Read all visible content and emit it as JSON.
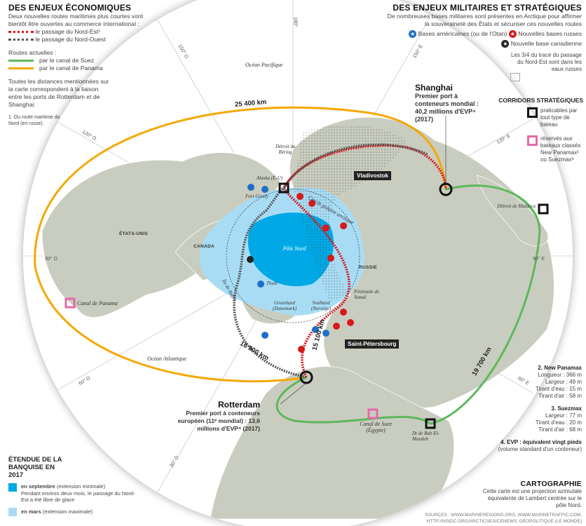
{
  "econ": {
    "title": "DES ENJEUX ÉCONOMIQUES",
    "intro": "Deux nouvelles routes maritimes plus courtes vont bientôt être ouvertes au commerce international :",
    "ne": "le passage du Nord-Est¹",
    "nw": "le passage du Nord-Ouest",
    "current": "Routes actuelles :",
    "suez": "par le canal de Suez",
    "panama": "par le canal de Panama",
    "distances": "Toutes les distances mentionnées sur la carte correspondent à la liaison entre les ports de Rotterdam et de Shanghai.",
    "note1": "1. Ou route maritime du Nord (en russe)."
  },
  "mil": {
    "title": "DES ENJEUX MILITAIRES ET STRATÉGIQUES",
    "intro": "De nombreuses bases militaires sont présentes en Arctique pour affirmer la souveraineté des États et sécuriser ces nouvelles routes",
    "us": "Bases américaines (ou de l'Otan)",
    "ru": "Nouvelles bases russes",
    "ca": "Nouvelle base canadienne",
    "waters": "Les 3/4 du tracé du passage du Nord-Est sont dans les eaux russes"
  },
  "corr": {
    "title": "CORRIDORS STRATÉGIQUES",
    "all": "praticables par tout type de bateau",
    "reserved": "réservés aux bateaux classés New Panamax² ou Suezmax³"
  },
  "notes": {
    "np_title": "2. New Panamax",
    "np": [
      "Longueur : 366 m",
      "Largeur : 49 m",
      "Tirant d'eau : 15 m",
      "Tirant d'air : 58 m"
    ],
    "sm_title": "3. Suezmax",
    "sm": [
      "Largeur : 77 m",
      "Tirant d'eau : 20 m",
      "Tirant d'air : 68 m"
    ],
    "evp_title": "4. EVP : équivalent vingt pieds",
    "evp": "(volume standard d'un conteneur)"
  },
  "carto": {
    "title": "CARTOGRAPHIE",
    "text": "Cette carte est une projection azimutale équivalente de Lambert centrée sur le pôle Nord.",
    "sources": "SOURCES : WWW.MARINEREGIONS.ORG, WWW.MARINETRAFFIC.COM, HTTP://NSIDC.ORG/ARCTICSEAICENEWS, GÉOPOLITIQUE (LE MONDE)"
  },
  "ice": {
    "title": "ÉTENDUE DE LA BANQUISE EN 2017",
    "sept": "en septembre",
    "sept_note": "(extension minimale)",
    "sept_text": "Pendant environ deux mois, le passage du Nord-Est a été libre de glace",
    "mars": "en mars",
    "mars_note": "(extension maximale)"
  },
  "ports": {
    "shanghai": "Shanghai",
    "shanghai_text": "Premier port à conteneurs mondial : 40,2 millions d'EVP⁴ (2017)",
    "rotterdam": "Rotterdam",
    "rotterdam_text": "Premier port à conteneurs européen (11ᵉ mondial) : 13,6 millions d'EVP⁴ (2017)"
  },
  "map": {
    "pacific": "Océan Pacifique",
    "atlantic": "Océan Atlantique",
    "usa": "ÉTATS-UNIS",
    "canada": "CANADA",
    "russia": "RUSSIE",
    "pole": "Pôle Nord",
    "circle": "Cercle polaire arctique",
    "bering": "Détroit de Béring",
    "alaska": "Alaska (É-U)",
    "greely": "Fort Greely",
    "baffin": "Île de Baffin",
    "thule": "Thulé",
    "greenland": "Groenland (Danemark)",
    "svalbard": "Svalbard (Norvège)",
    "yamal": "Péninsule de Yamal",
    "vladivostok": "Vladivostok",
    "stpete": "Saint-Pétersbourg",
    "panama": "Canal de Panama",
    "suez": "Canal de Suez (Égypte)",
    "malacca": "Détroit de Malacca",
    "bab": "Dt de Bab El-Mandeb",
    "d1": "25 400 km",
    "d2": "16 900 km",
    "d3": "15 100 km",
    "d4": "19 700 km",
    "degrees": [
      "180°",
      "150° O",
      "120° O",
      "90° O",
      "60° O",
      "30° O",
      "150° E",
      "120° E",
      "90° E",
      "60° E"
    ]
  },
  "colors": {
    "suez": "#5cb85c",
    "panama": "#f5a800",
    "ne": "#d7191c",
    "nw": "#555555",
    "ice_sept": "#00a9e6",
    "ice_mars": "#a8dcf5",
    "land": "#c9cdbf"
  }
}
